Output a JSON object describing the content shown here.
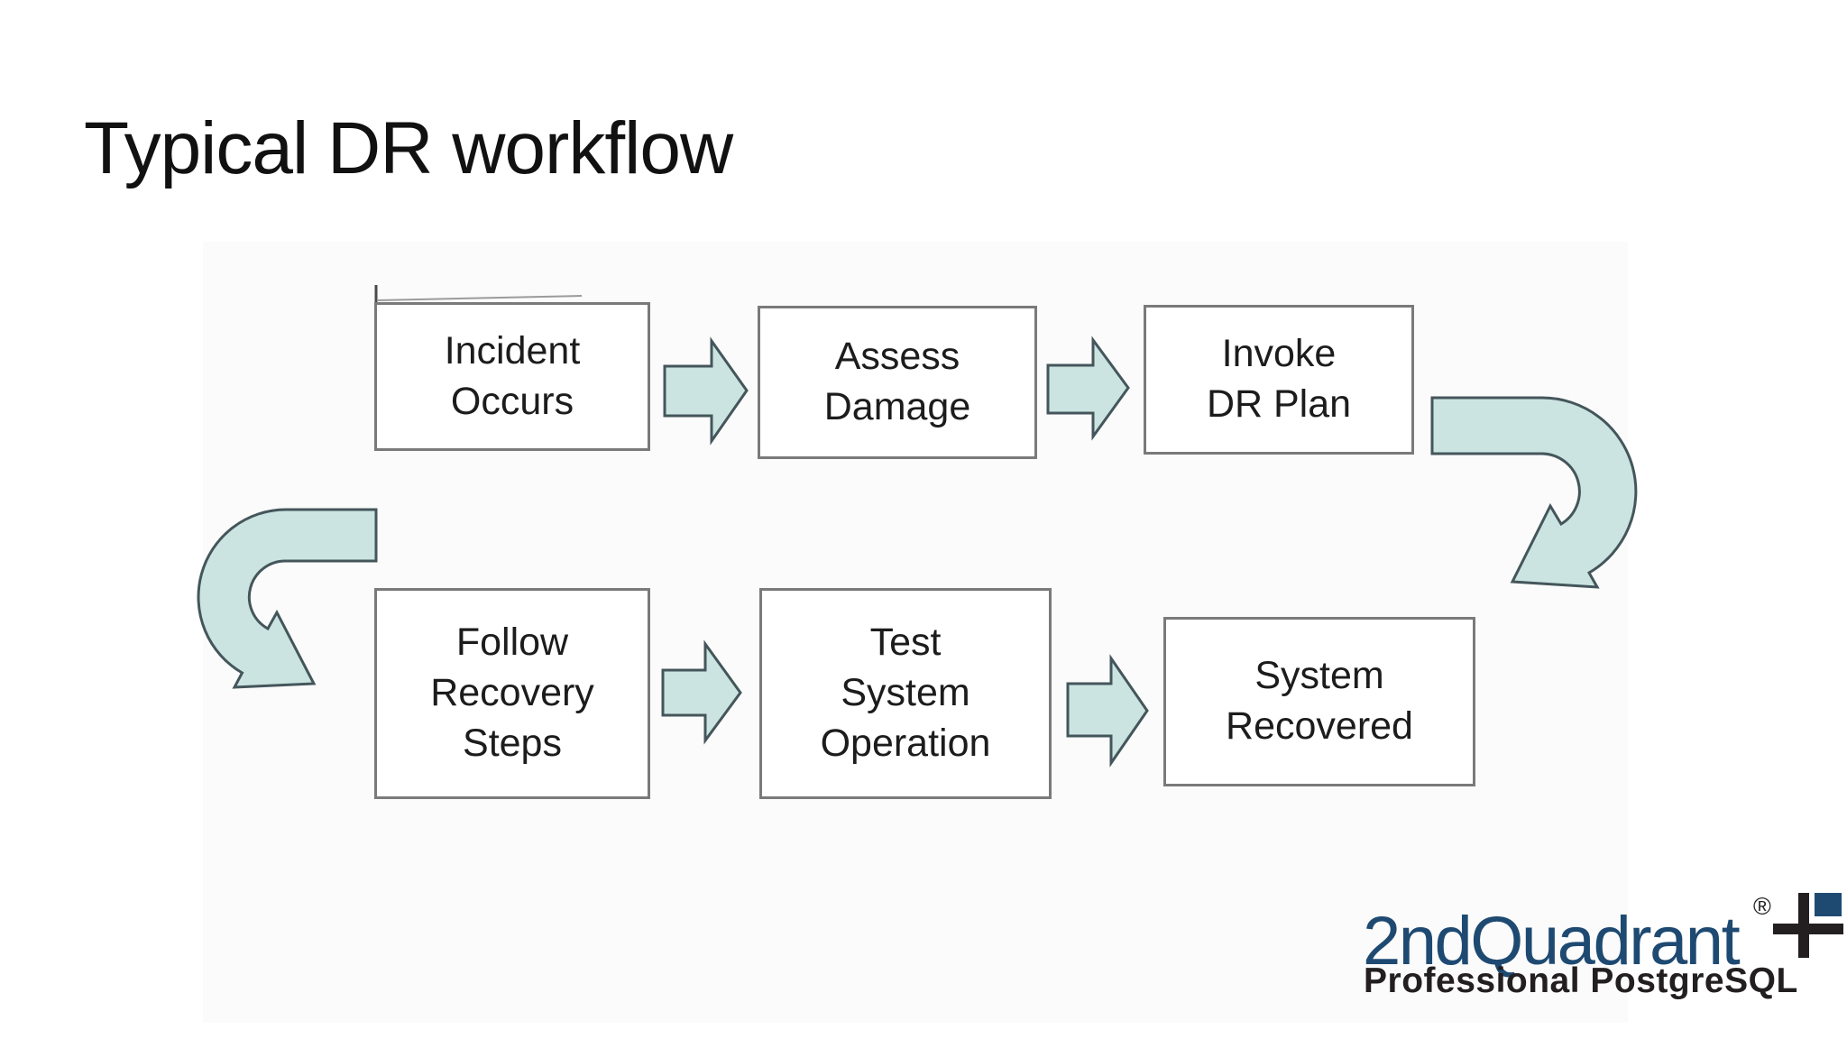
{
  "slide": {
    "title": "Typical DR workflow"
  },
  "theme": {
    "page_bg": "#ffffff",
    "image_bg": "#fbfbfb",
    "title_color": "#111111",
    "arrow_fill": "#cbe4e1",
    "arrow_stroke": "#44565b",
    "box_fill": "#ffffff",
    "box_border": "#7a7a7a",
    "box_text": "#1c1c1c",
    "brand_blue": "#1e4a72",
    "logo_black": "#231f20"
  },
  "diagram": {
    "nodes": [
      {
        "id": "incident-occurs",
        "lines": [
          "Incident",
          "Occurs"
        ]
      },
      {
        "id": "assess-damage",
        "lines": [
          "Assess",
          "Damage"
        ]
      },
      {
        "id": "invoke-dr-plan",
        "lines": [
          "Invoke",
          "DR Plan"
        ]
      },
      {
        "id": "follow-recovery-steps",
        "lines": [
          "Follow",
          "Recovery",
          "Steps"
        ]
      },
      {
        "id": "test-system-operation",
        "lines": [
          "Test",
          "System",
          "Operation"
        ]
      },
      {
        "id": "system-recovered",
        "lines": [
          "System",
          "Recovered"
        ]
      }
    ],
    "edges": [
      {
        "from": "incident-occurs",
        "to": "assess-damage",
        "style": "block-arrow-right"
      },
      {
        "from": "assess-damage",
        "to": "invoke-dr-plan",
        "style": "block-arrow-right"
      },
      {
        "from": "invoke-dr-plan",
        "to": "follow-recovery-steps",
        "style": "u-turn-curved-arrows"
      },
      {
        "from": "follow-recovery-steps",
        "to": "test-system-operation",
        "style": "block-arrow-right"
      },
      {
        "from": "test-system-operation",
        "to": "system-recovered",
        "style": "block-arrow-right"
      }
    ]
  },
  "logo": {
    "brand": "2ndQuadrant",
    "registered": "®",
    "tagline": "Professional PostgreSQL"
  }
}
